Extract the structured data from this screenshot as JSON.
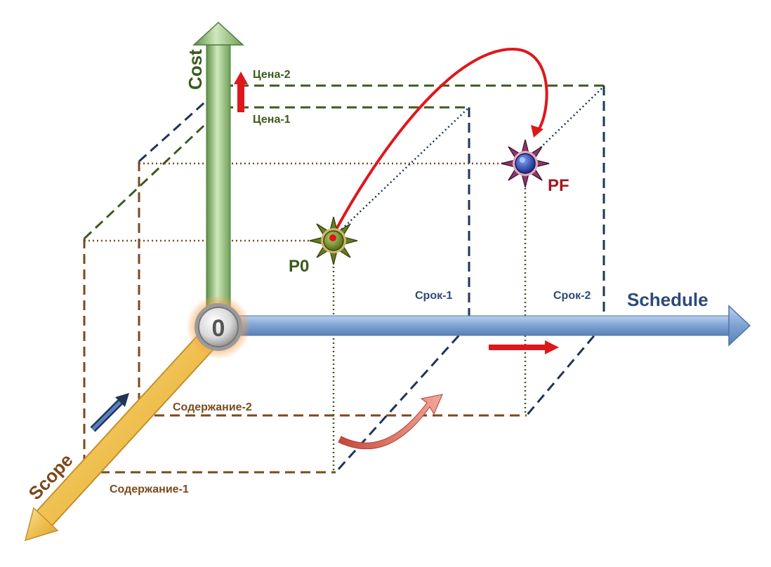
{
  "axes": {
    "cost": "Cost",
    "schedule": "Schedule",
    "scope": "Scope",
    "origin": "0"
  },
  "levels": {
    "cost_1": "Цена-1",
    "cost_2": "Цена-2",
    "schedule_1": "Срок-1",
    "schedule_2": "Срок-2",
    "scope_1": "Содержание-1",
    "scope_2": "Содержание-2"
  },
  "points": {
    "initial": "P0",
    "final": "PF"
  },
  "colors": {
    "cost_axis": "#8fc07a",
    "schedule_axis": "#86a9d6",
    "scope_axis": "#f2c45a",
    "cost_box": "#3d5a1e",
    "schedule_box": "#1f3556",
    "scope_box": "#7a4a1c",
    "transition_arrow": "#e0161b",
    "p0_marker": "#5e7a1e",
    "pf_marker": "#2244aa",
    "cost_text": "#3b5a1d",
    "schedule_text": "#2b4a78",
    "scope_text": "#7a4a1c",
    "pf_text": "#a4161b"
  }
}
